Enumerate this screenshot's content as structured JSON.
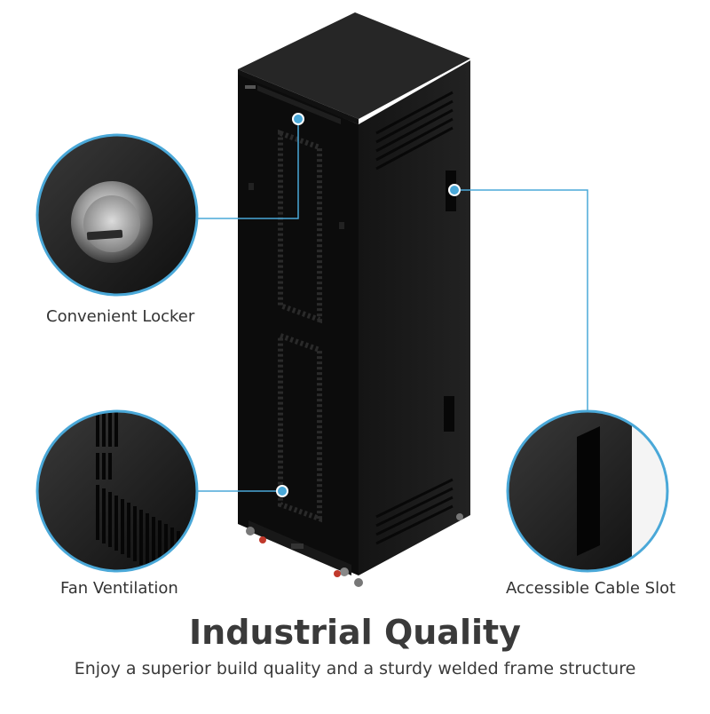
{
  "callouts": {
    "locker": {
      "label": "Convenient Locker"
    },
    "fan": {
      "label": "Fan Ventilation"
    },
    "cable": {
      "label": "Accessible Cable Slot"
    }
  },
  "headline": "Industrial Quality",
  "subline": "Enjoy a superior build quality and a sturdy welded frame structure",
  "colors": {
    "accent": "#4aa8d8",
    "cabinet_front": "#0c0c0c",
    "cabinet_side": "#1c1c1c",
    "cabinet_top": "#262626",
    "text": "#333333"
  }
}
